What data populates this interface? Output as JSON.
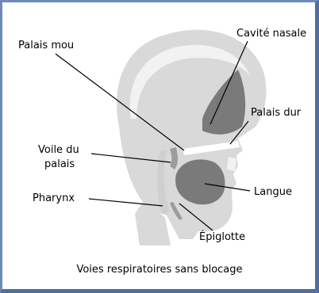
{
  "labels": {
    "palais_mou": "Palais mou",
    "cavite_nasale": "Cavité nasale",
    "palais_dur": "Palais dur",
    "voile_du_palais_line1": "Voile du",
    "voile_du_palais_line2": "palais",
    "pharynx": "Pharynx",
    "langue": "Langue",
    "epiglotte": "Épiglotte"
  },
  "caption": "Voies respiratoires sans blocage",
  "colors": {
    "frame_light": "#6d8bb8",
    "frame_dark": "#4f6fa2",
    "head_fill": "#d9d9d9",
    "head_outline": "#f2f2f2",
    "tissue_dark": "#7a7a7a",
    "tissue_mid": "#9c9c9c",
    "airway": "#cfcfcf",
    "leader_line": "#000000"
  }
}
